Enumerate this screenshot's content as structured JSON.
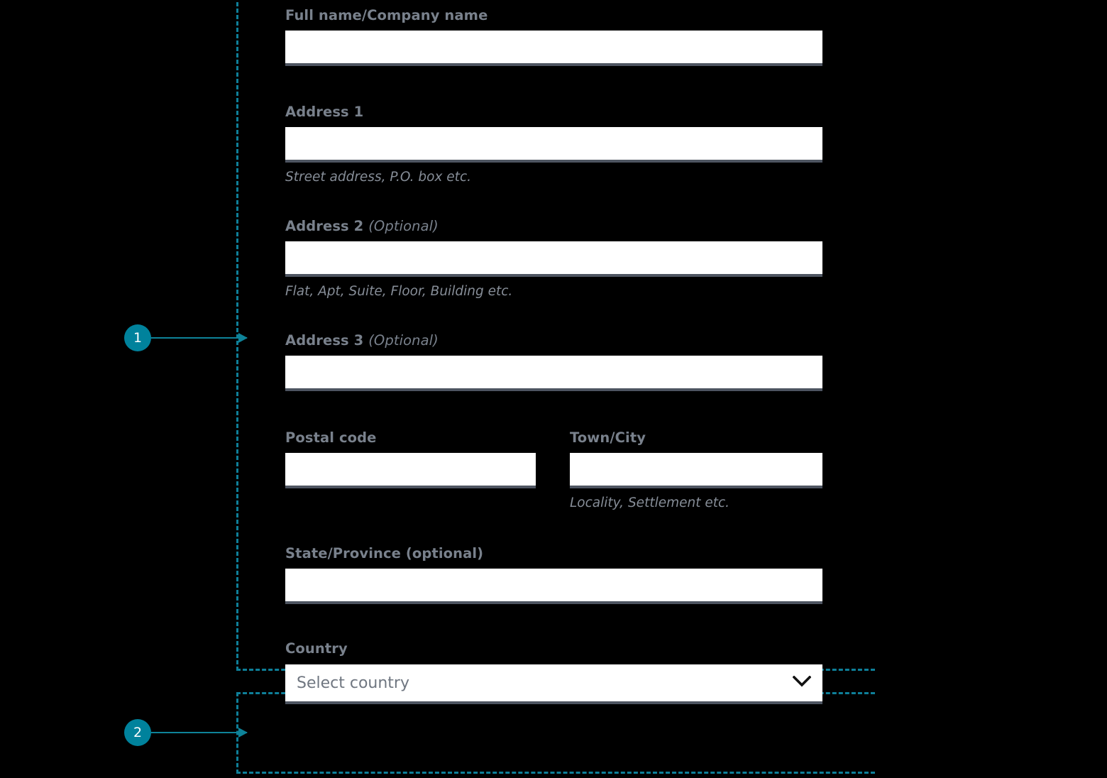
{
  "theme": {
    "background": "#000000",
    "accent": "#00829c",
    "label_color": "#79818c",
    "hint_color": "#868d97",
    "input_background": "#ffffff",
    "input_underline": "#4e5561",
    "dash_color": "#0e7f99"
  },
  "callouts": [
    {
      "number": "1"
    },
    {
      "number": "2"
    }
  ],
  "form": {
    "fields": {
      "full_name": {
        "label": "Full name/Company name",
        "value": "",
        "placeholder": "",
        "hint": ""
      },
      "address1": {
        "label": "Address 1",
        "value": "",
        "placeholder": "",
        "hint": "Street address, P.O. box etc."
      },
      "address2": {
        "label": "Address 2",
        "optional": "(Optional)",
        "value": "",
        "placeholder": "",
        "hint": "Flat, Apt, Suite, Floor, Building etc."
      },
      "address3": {
        "label": "Address 3",
        "optional": "(Optional)",
        "value": "",
        "placeholder": "",
        "hint": ""
      },
      "postal_code": {
        "label": "Postal code",
        "value": "",
        "placeholder": "",
        "hint": ""
      },
      "town_city": {
        "label": "Town/City",
        "value": "",
        "placeholder": "",
        "hint": "Locality, Settlement etc."
      },
      "state_province": {
        "label": "State/Province (optional)",
        "value": "",
        "placeholder": "",
        "hint": ""
      },
      "country": {
        "label": "Country",
        "selected_value": "Select country",
        "icon": "chevron-down-icon"
      }
    }
  }
}
